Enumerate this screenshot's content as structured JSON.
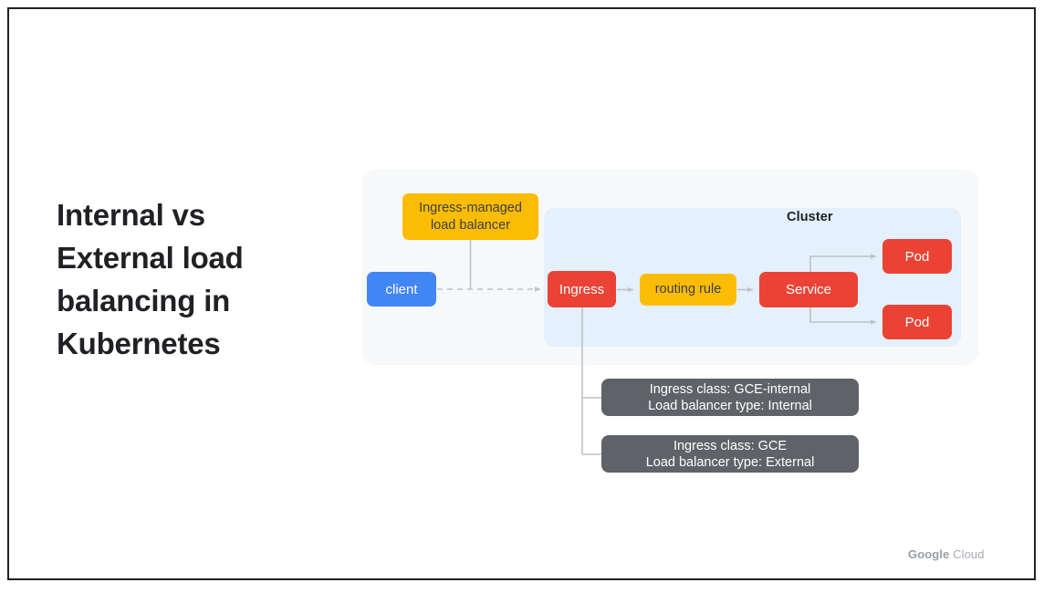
{
  "slide": {
    "title_lines": [
      "Internal vs",
      "External load",
      "balancing in",
      "Kubernetes"
    ],
    "title_full": "Internal vs External load balancing in Kubernetes",
    "brand_primary": "Google",
    "brand_secondary": "Cloud",
    "frame_color": "#202124"
  },
  "diagram": {
    "outer_panel_color": "#f6f8f9",
    "cluster_panel_color": "#e4f0fb",
    "cluster_label": "Cluster",
    "connector_color": "#bdc1c6",
    "colors": {
      "blue": "#4285f4",
      "red": "#ea4335",
      "yellow": "#fbbc04",
      "gray": "#5f6368"
    },
    "nodes": {
      "client": "client",
      "ingress_managed_lb_line1": "Ingress-managed",
      "ingress_managed_lb_line2": "load balancer",
      "ingress": "Ingress",
      "routing_rule": "routing rule",
      "service": "Service",
      "pod_1": "Pod",
      "pod_2": "Pod"
    },
    "callouts": [
      {
        "line1": "Ingress class: GCE-internal",
        "line2": "Load balancer type: Internal"
      },
      {
        "line1": "Ingress class: GCE",
        "line2": "Load balancer type: External"
      }
    ]
  }
}
